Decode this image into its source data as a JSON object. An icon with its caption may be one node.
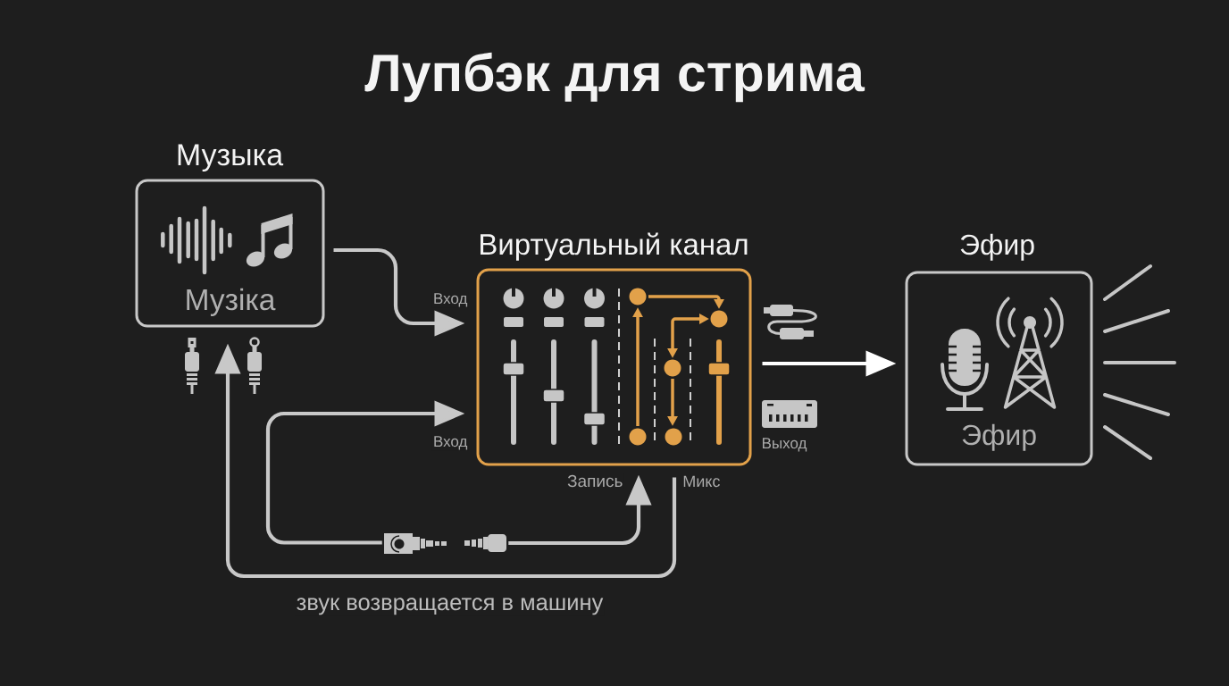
{
  "diagram": {
    "title": "Лупбэк для стрима",
    "nodes": [
      {
        "text": [
          "Музыка",
          "Музіка"
        ]
      },
      {
        "text": [
          "Виртуальный канал"
        ],
        "beside": [
          "Выход"
        ]
      },
      {
        "text": [
          "Эфир",
          "Эфир"
        ]
      },
      {
        "text": [],
        "shape": "picture"
      },
      {
        "text": [],
        "shape": "picture"
      }
    ],
    "edges": [
      {
        "from": 0,
        "to": 1,
        "arrow": "to",
        "label": "Вход"
      },
      {
        "from": 3,
        "to": 1,
        "arrow": "to",
        "label": "Вход"
      },
      {
        "from": 4,
        "to": 1,
        "arrow": "to",
        "label": "Запись"
      },
      {
        "from": 1,
        "to": 0,
        "arrow": "to",
        "label": "звук возвращается в машину"
      },
      {
        "from": 1,
        "to": 2,
        "arrow": "to",
        "color": "#ffffff"
      }
    ],
    "labels": [
      "Микс"
    ]
  }
}
